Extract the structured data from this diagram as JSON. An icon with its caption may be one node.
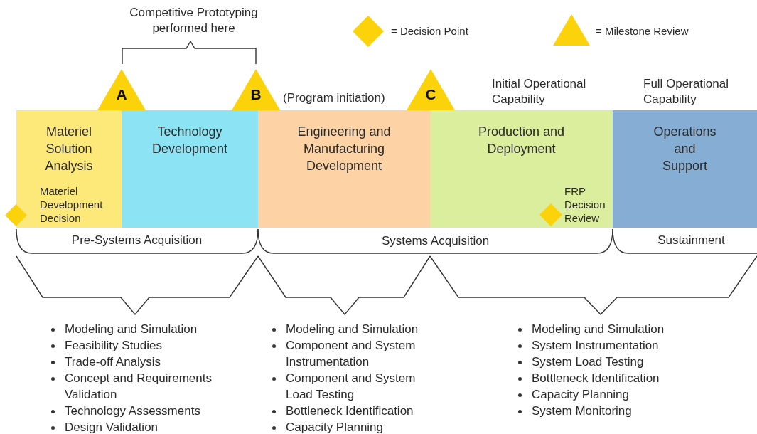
{
  "diagram": {
    "nodes": [
      {
        "text": [
          "A"
        ]
      },
      {
        "text": [
          "B"
        ]
      },
      {
        "text": [
          "C"
        ]
      },
      {
        "text": [
          "Materiel Solution Analysis"
        ]
      },
      {
        "text": [],
        "shape": "diamond"
      },
      {
        "text": [
          "Technology Development"
        ]
      },
      {
        "text": [
          "Engineering and Manufacturing Development"
        ]
      },
      {
        "text": [
          "Production and Deployment"
        ]
      },
      {
        "text": [],
        "shape": "diamond",
        "beside": [
          "FRP Decision Review"
        ],
        "in": 7
      },
      {
        "text": [
          "Operations and Support"
        ]
      }
    ],
    "labels": [
      "Competitive Prototyping performed here",
      "(Program initiation)",
      "Initial Operational Capability",
      "Full Operational Capability",
      "Materiel Development Decision",
      "Pre-Systems Acquisition",
      "Systems Acquisition",
      "Sustainment",
      "Modeling and Simulation",
      "Feasibility Studies",
      "Trade-off Analysis",
      "Concept and Requirements Validation",
      "Technology Assessments",
      "Design Validation",
      "Modeling and Simulation",
      "Component and System Instrumentation",
      "Component and System Load Testing",
      "Bottleneck Identification",
      "Capacity Planning",
      "Modeling and Simulation",
      "System Instrumentation",
      "System Load Testing",
      "Bottleneck Identification",
      "Capacity Planning",
      "System Monitoring"
    ],
    "legend": [
      {
        "text": "= Decision Point"
      },
      {
        "text": "= Milestone Review"
      }
    ]
  }
}
